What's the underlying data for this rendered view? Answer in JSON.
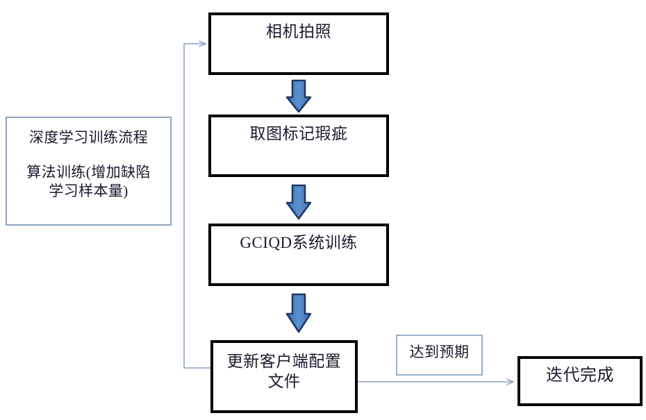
{
  "diagram": {
    "title": "深度学习训练流程",
    "info_panel": {
      "title": "深度学习训练流程",
      "body": "算法训练(增加缺陷\n学习样本量)"
    },
    "nodes": [
      {
        "id": "camera",
        "label": "相机拍照"
      },
      {
        "id": "mark",
        "label": "取图标记瑕疵"
      },
      {
        "id": "train",
        "label": "GCIQD系统训练"
      },
      {
        "id": "update",
        "label": "更新客户端配置\n文件"
      },
      {
        "id": "done",
        "label": "迭代完成"
      }
    ],
    "edge_labels": [
      {
        "id": "expect",
        "label": "达到预期"
      }
    ],
    "colors": {
      "box_border": "#000000",
      "panel_border": "#8ea4c2",
      "arrow_fill": "#4a7ebb",
      "arrow_outline": "#1f3864",
      "connector_line": "#8ea4c2",
      "text": "#1a1a2e",
      "background": "#ffffff"
    }
  }
}
